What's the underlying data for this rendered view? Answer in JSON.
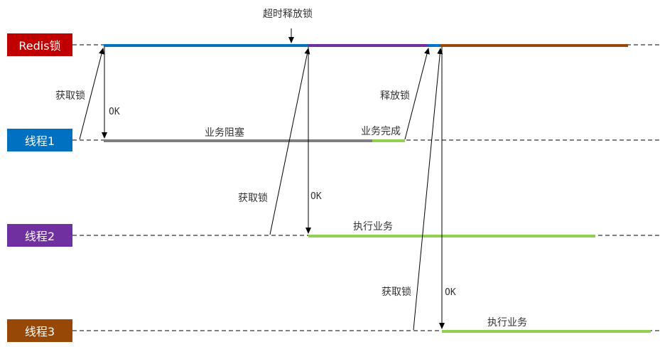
{
  "lanes": {
    "redis": {
      "label": "Redis锁",
      "color": "#c00000"
    },
    "thread1": {
      "label": "线程1",
      "color": "#0070c0"
    },
    "thread2": {
      "label": "线程2",
      "color": "#7030a0"
    },
    "thread3": {
      "label": "线程3",
      "color": "#974706"
    }
  },
  "annotations": {
    "timeout_release": "超时释放锁",
    "t1_acquire": "获取锁",
    "t1_ok": "OK",
    "t1_blocked": "业务阻塞",
    "t1_done": "业务完成",
    "t1_release": "释放锁",
    "t2_acquire": "获取锁",
    "t2_ok": "OK",
    "t2_exec": "执行业务",
    "t3_acquire": "获取锁",
    "t3_ok": "OK",
    "t3_exec": "执行业务"
  },
  "colors": {
    "lock_thread1": "#0070c0",
    "lock_thread2": "#7030a0",
    "lock_thread3": "#974706",
    "blocked": "#7f7f7f",
    "business": "#92d050",
    "line": "#000000"
  }
}
